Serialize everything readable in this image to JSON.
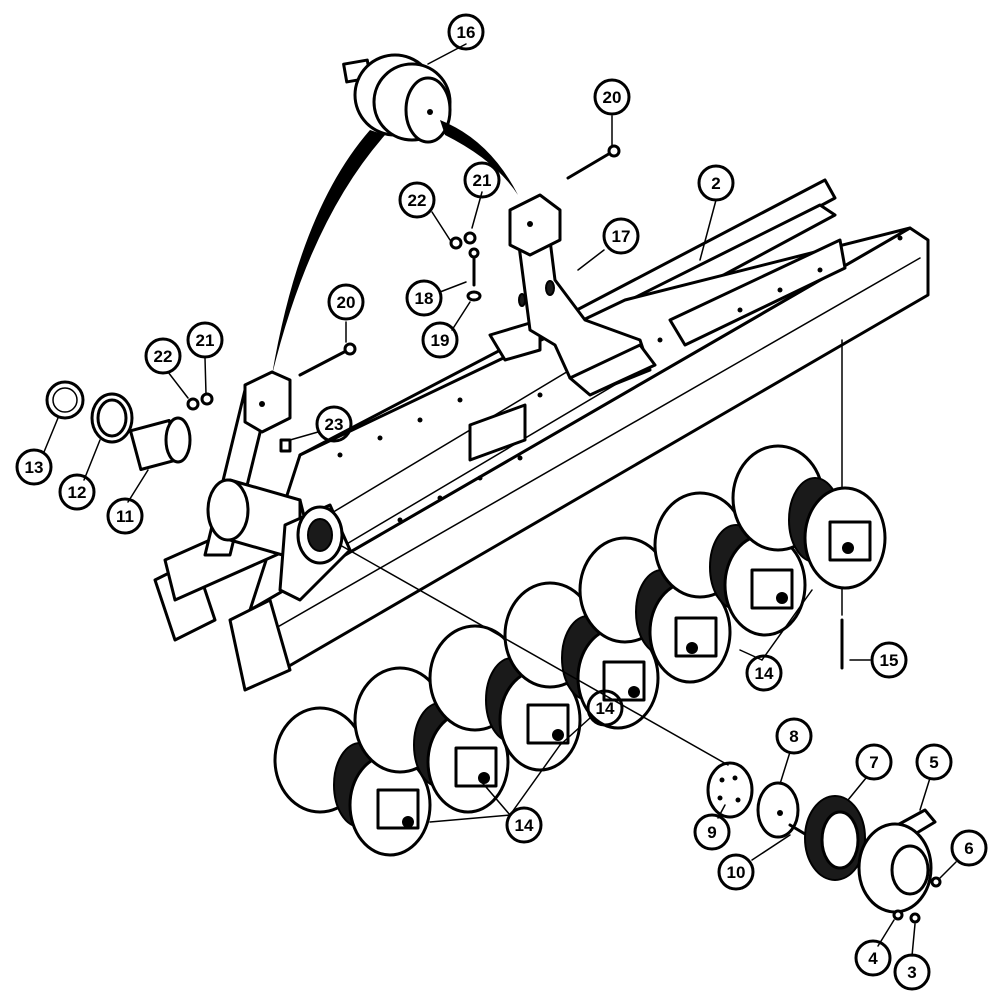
{
  "diagram": {
    "callouts": [
      {
        "label": "16"
      },
      {
        "label": "20"
      },
      {
        "label": "21"
      },
      {
        "label": "22"
      },
      {
        "label": "2"
      },
      {
        "label": "17"
      },
      {
        "label": "18"
      },
      {
        "label": "19"
      },
      {
        "label": "20"
      },
      {
        "label": "21"
      },
      {
        "label": "22"
      },
      {
        "label": "23"
      },
      {
        "label": "13"
      },
      {
        "label": "12"
      },
      {
        "label": "11"
      },
      {
        "label": "15"
      },
      {
        "label": "14"
      },
      {
        "label": "14"
      },
      {
        "label": "14"
      },
      {
        "label": "8"
      },
      {
        "label": "7"
      },
      {
        "label": "5"
      },
      {
        "label": "9"
      },
      {
        "label": "10"
      },
      {
        "label": "6"
      },
      {
        "label": "4"
      },
      {
        "label": "3"
      }
    ]
  }
}
